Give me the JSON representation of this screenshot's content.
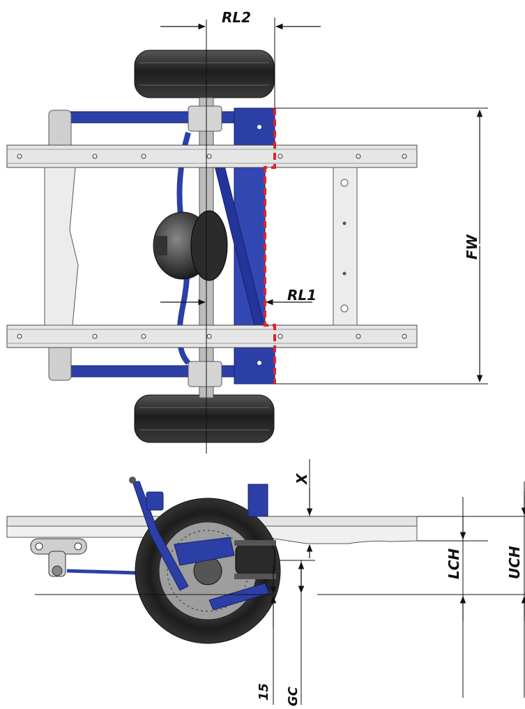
{
  "labels": {
    "rl2": "RL2",
    "rl1": "RL1",
    "fw": "FW",
    "x": "X",
    "lch": "LCH",
    "uch": "UCH",
    "fifteen": "15",
    "gc": "GC"
  },
  "colors": {
    "suspension_blue": "#2b3fa6",
    "suspension_blue_dark": "#1c2a7a",
    "outline_red": "#e3212b",
    "frame_grey": "#d9d9d9",
    "tire_dark": "#2a2a2a",
    "dimension_line": "#111111"
  }
}
